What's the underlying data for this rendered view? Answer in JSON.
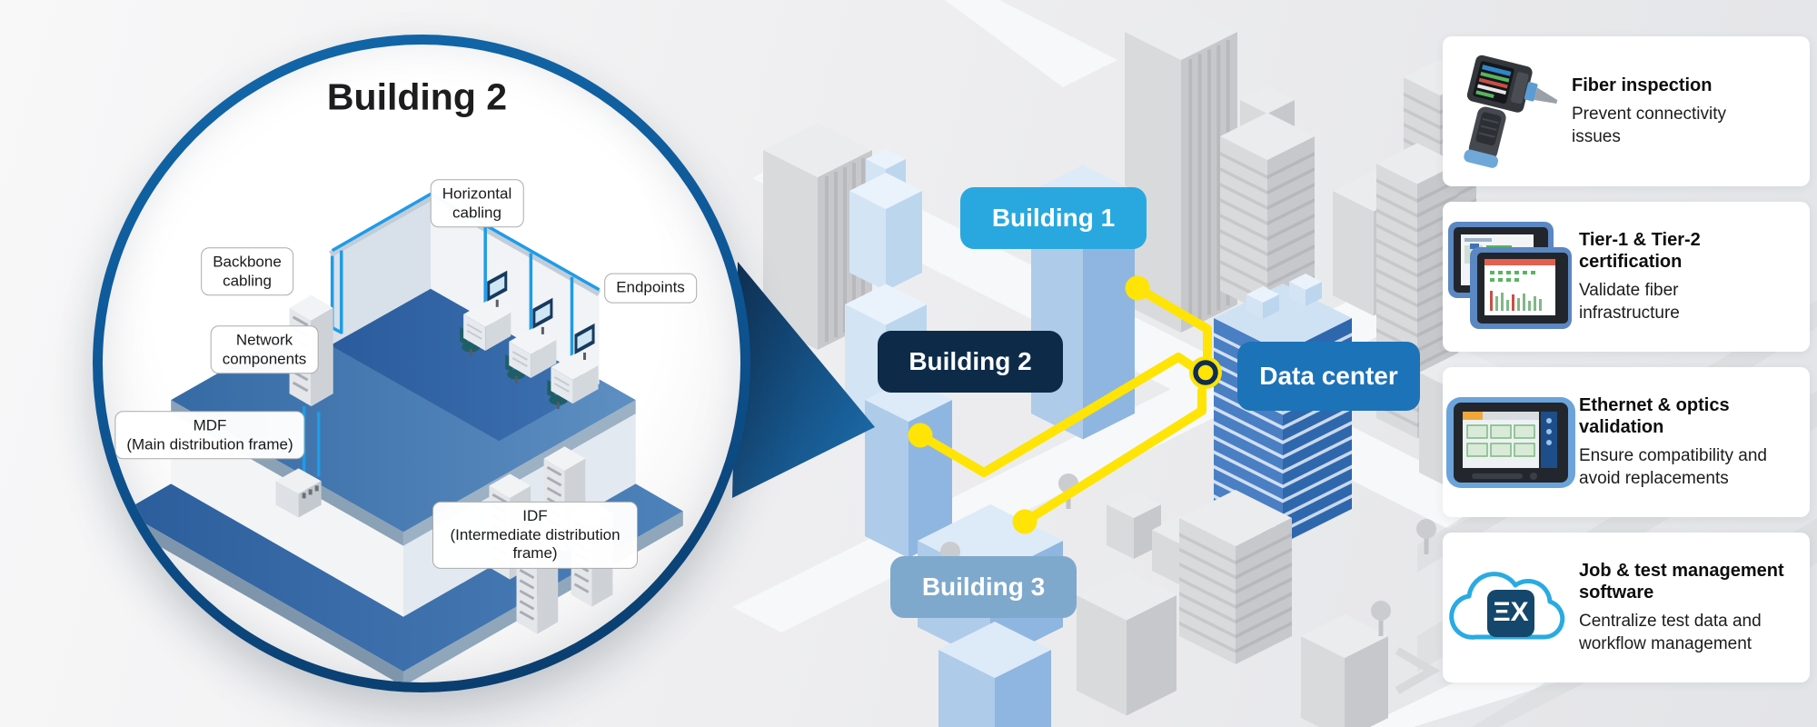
{
  "lens": {
    "title": "Building 2",
    "labels": {
      "horizontal": "Horizontal\ncabling",
      "backbone": "Backbone\ncabling",
      "network": "Network\ncomponents",
      "mdf": "MDF\n(Main distribution frame)",
      "idf": "IDF\n(Intermediate distribution frame)",
      "endpoints": "Endpoints"
    }
  },
  "map": {
    "building1": {
      "label": "Building 1",
      "color": "#29a8e0"
    },
    "building2": {
      "label": "Building 2",
      "color": "#0d2b49"
    },
    "building3": {
      "label": "Building 3",
      "color": "#7fa9cc"
    },
    "datacenter": {
      "label": "Data center",
      "color": "#1c73b8"
    },
    "fiber_color": "#ffe405",
    "node_ring_color": "#0f2e4f"
  },
  "cards": [
    {
      "title": "Fiber inspection",
      "description": "Prevent connectivity\nissues",
      "icon": "fiber-inspection-probe"
    },
    {
      "title": "Tier-1 & Tier-2\ncertification",
      "description": "Validate fiber\ninfrastructure",
      "icon": "certification-testers"
    },
    {
      "title": "Ethernet & optics\nvalidation",
      "description": "Ensure compatibility and\navoid replacements",
      "icon": "ethernet-optics-tester"
    },
    {
      "title": "Job & test management\nsoftware",
      "description": "Centralize test data and\nworkflow management",
      "icon": "cloud-software",
      "logo": "ΞX"
    }
  ]
}
